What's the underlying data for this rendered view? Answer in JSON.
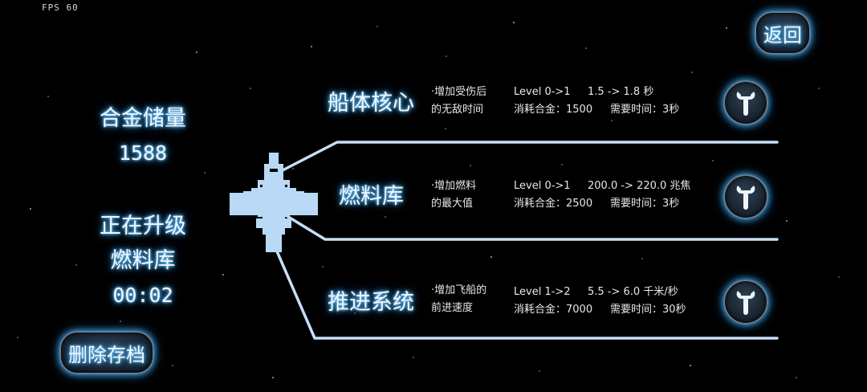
{
  "fps": "FPS  60",
  "back_label": "返回",
  "delete_label": "删除存档",
  "alloy": {
    "label": "合金储量",
    "value": "1588"
  },
  "upgrading": {
    "label": "正在升级",
    "module": "燃料库",
    "time": "00:02"
  },
  "modules": [
    {
      "title": "船体核心",
      "desc1": "·增加受伤后",
      "desc2": "的无敌时间",
      "level": "Level 0->1",
      "change": "1.5 -> 1.8 秒",
      "cost": "消耗合金：1500",
      "time": "需要时间：3秒"
    },
    {
      "title": "燃料库",
      "desc1": "·增加燃料",
      "desc2": "的最大值",
      "level": "Level 0->1",
      "change": "200.0 -> 220.0 兆焦",
      "cost": "消耗合金：2500",
      "time": "需要时间：3秒"
    },
    {
      "title": "推进系统",
      "desc1": "·增加飞船的",
      "desc2": "前进速度",
      "level": "Level 1->2",
      "change": "5.5 -> 6.0 千米/秒",
      "cost": "消耗合金：7000",
      "time": "需要时间：30秒"
    }
  ],
  "colors": {
    "accent_glow": "#3aa8f0",
    "ship": "#b9d9f7",
    "line": "#c7def5"
  },
  "icons": {
    "upgrade": "wrench-icon",
    "ship": "pixel-spaceship-icon"
  }
}
